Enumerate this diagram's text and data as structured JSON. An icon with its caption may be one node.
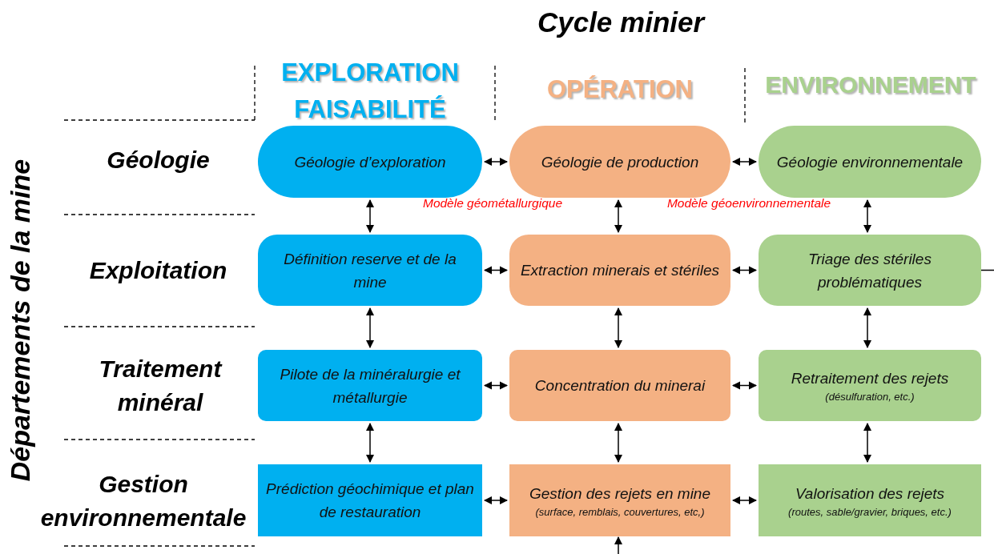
{
  "diagram": {
    "title": "Cycle minier",
    "nodes": [
      {
        "text": [
          "Géologie d’exploration"
        ]
      },
      {
        "text": [
          "Géologie de production"
        ]
      },
      {
        "text": [
          "Géologie environnementale"
        ]
      },
      {
        "text": [
          "Définition reserve et de la mine"
        ]
      },
      {
        "text": [
          "Extraction minerais et stériles"
        ]
      },
      {
        "text": [
          "Triage des stériles problématiques"
        ]
      },
      {
        "text": [
          "Pilote de la minéralurgie et métallurgie"
        ]
      },
      {
        "text": [
          "Concentration du minerai"
        ]
      },
      {
        "text": [
          "Retraitement des rejets",
          "(désulfuration, etc.)"
        ]
      },
      {
        "text": [
          "Prédiction géochimique et plan de restauration"
        ]
      },
      {
        "text": [
          "Gestion des rejets en mine",
          "(surface, remblais, couvertures, etc,)"
        ]
      },
      {
        "text": [
          "Valorisation des rejets",
          "(routes, sable/gravier, briques, etc.)"
        ]
      }
    ],
    "edges": [
      {
        "from": 0,
        "to": 1,
        "arrow": "both"
      },
      {
        "from": 1,
        "to": 2,
        "arrow": "both"
      },
      {
        "from": 0,
        "to": 3,
        "arrow": "both"
      },
      {
        "from": 1,
        "to": 4,
        "arrow": "both"
      },
      {
        "from": 2,
        "to": 5,
        "arrow": "both"
      },
      {
        "from": 3,
        "to": 4,
        "arrow": "both"
      },
      {
        "from": 4,
        "to": 5,
        "arrow": "both"
      },
      {
        "from": 5,
        "to": null,
        "arrow": "none"
      },
      {
        "from": 3,
        "to": 6,
        "arrow": "both"
      },
      {
        "from": 4,
        "to": 7,
        "arrow": "both"
      },
      {
        "from": 5,
        "to": 8,
        "arrow": "both"
      },
      {
        "from": 6,
        "to": 7,
        "arrow": "both"
      },
      {
        "from": 7,
        "to": 8,
        "arrow": "both"
      },
      {
        "from": 6,
        "to": 9,
        "arrow": "both"
      },
      {
        "from": 7,
        "to": 10,
        "arrow": "both"
      },
      {
        "from": 8,
        "to": 11,
        "arrow": "both"
      },
      {
        "from": 9,
        "to": 10,
        "arrow": "both"
      },
      {
        "from": 10,
        "to": 11,
        "arrow": "both"
      },
      {
        "from": null,
        "to": 10,
        "arrow": "to"
      }
    ],
    "labels": [
      "EXPLORATION FAISABILITÉ",
      "OPÉRATION",
      "ENVIRONNEMENT",
      "Départements de la mine",
      "Géologie",
      "Modèle géométallurgique",
      "Modèle géoenvironnementale",
      "Exploitation",
      "Traitement minéral",
      "Gestion environnementale"
    ]
  }
}
